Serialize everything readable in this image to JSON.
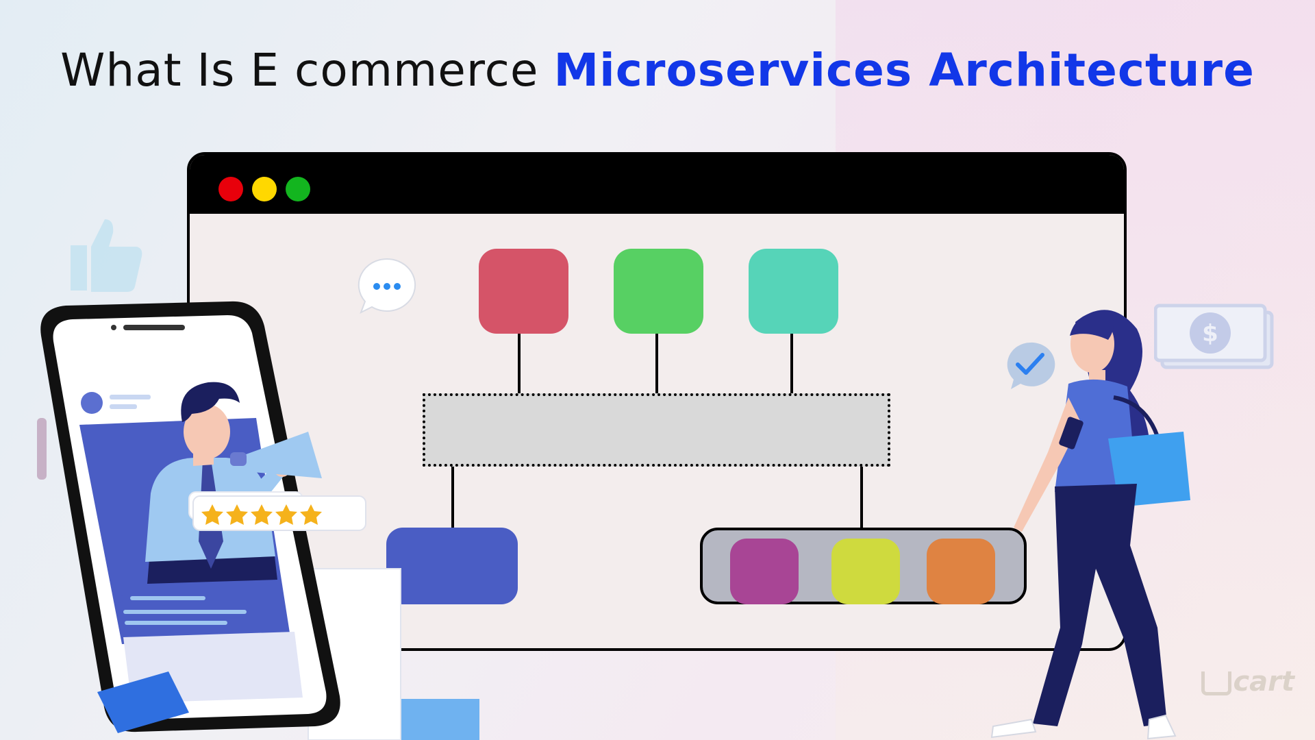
{
  "title": {
    "prefix": "What Is E commerce ",
    "highlight": "Microservices Architecture"
  },
  "colors": {
    "title_highlight": "#1237e8",
    "service_red": "#d55468",
    "service_green": "#57d063",
    "service_teal": "#56d4b8",
    "gateway": "#d9d9d9",
    "database_blue": "#4a5dc4",
    "store_purple": "#a84595",
    "store_lime": "#cfda3e",
    "store_orange": "#df8342"
  },
  "icons": [
    "thumbs-up-icon",
    "dollar-bill-icon",
    "checkmark-bubble-icon",
    "speech-bubble-icon",
    "megaphone-icon",
    "star-icon"
  ],
  "rating": {
    "stars": 5,
    "max": 5
  },
  "brand": {
    "watermark": "cart"
  }
}
